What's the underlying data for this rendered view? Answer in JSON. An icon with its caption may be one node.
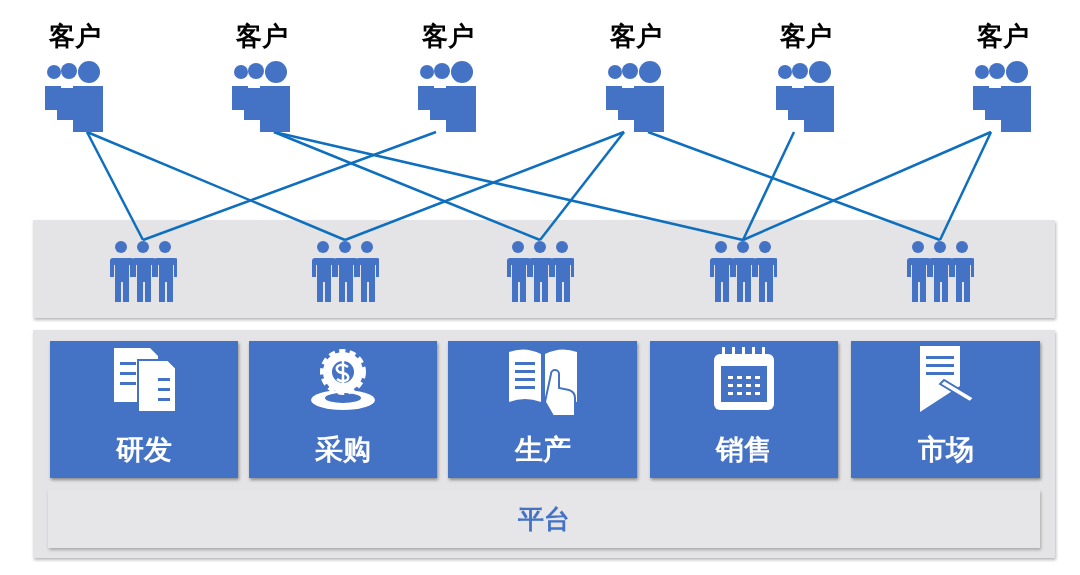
{
  "diagram": {
    "nodes": [
      {
        "text": [
          "客户"
        ]
      },
      {
        "text": [
          "客户"
        ]
      },
      {
        "text": [
          "客户"
        ]
      },
      {
        "text": [
          "客户"
        ]
      },
      {
        "text": [
          "客户"
        ]
      },
      {
        "text": [
          "客户"
        ]
      },
      {
        "text": [],
        "shape": "box"
      },
      {
        "text": [],
        "shape": "person",
        "in": 6
      },
      {
        "text": [],
        "shape": "person",
        "in": 6
      },
      {
        "text": [],
        "shape": "person",
        "in": 6
      },
      {
        "text": [],
        "shape": "person",
        "in": 6
      },
      {
        "text": [],
        "shape": "person",
        "in": 6
      },
      {
        "text": [],
        "shape": "box"
      },
      {
        "text": [
          "研发"
        ],
        "in": 12
      },
      {
        "text": [
          "采购"
        ],
        "in": 12
      },
      {
        "text": [
          "生产"
        ],
        "in": 12
      },
      {
        "text": [
          "销售"
        ],
        "in": 12
      },
      {
        "text": [
          "市场"
        ],
        "in": 12
      },
      {
        "text": [
          "平台"
        ],
        "in": 12
      }
    ],
    "edges": [
      {
        "from": 0,
        "to": 7,
        "arrow": "none"
      },
      {
        "from": 0,
        "to": 8,
        "arrow": "none"
      },
      {
        "from": 1,
        "to": 9,
        "arrow": "none"
      },
      {
        "from": 1,
        "to": 10,
        "arrow": "none"
      },
      {
        "from": 2,
        "to": 7,
        "arrow": "none"
      },
      {
        "from": 3,
        "to": 8,
        "arrow": "none"
      },
      {
        "from": 3,
        "to": 9,
        "arrow": "none"
      },
      {
        "from": 3,
        "to": 11,
        "arrow": "none"
      },
      {
        "from": 4,
        "to": 10,
        "arrow": "none"
      },
      {
        "from": 5,
        "to": 10,
        "arrow": "none"
      },
      {
        "from": 5,
        "to": 11,
        "arrow": "none"
      }
    ]
  }
}
